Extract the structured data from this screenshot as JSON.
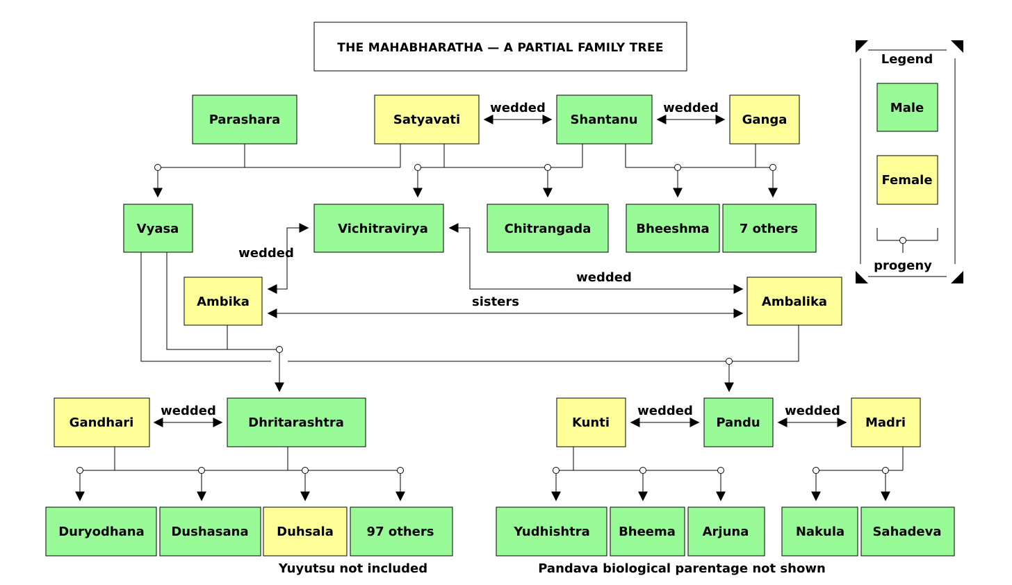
{
  "title": "THE MAHABHARATHA — A PARTIAL FAMILY TREE",
  "colors": {
    "male": "#98fb98",
    "female": "#ffff99",
    "stroke": "#000000"
  },
  "legend": {
    "title": "Legend",
    "male": "Male",
    "female": "Female",
    "progeny": "progeny"
  },
  "people": {
    "parashara": "Parashara",
    "satyavati": "Satyavati",
    "shantanu": "Shantanu",
    "ganga": "Ganga",
    "vyasa": "Vyasa",
    "vichitravirya": "Vichitravirya",
    "chitrangada": "Chitrangada",
    "bheeshma": "Bheeshma",
    "seven_others": "7 others",
    "ambika": "Ambika",
    "ambalika": "Ambalika",
    "gandhari": "Gandhari",
    "dhritarashtra": "Dhritarashtra",
    "kunti": "Kunti",
    "pandu": "Pandu",
    "madri": "Madri",
    "duryodhana": "Duryodhana",
    "dushasana": "Dushasana",
    "duhsala": "Duhsala",
    "ninety_seven_others": "97 others",
    "yudhishtra": "Yudhishtra",
    "bheema": "Bheema",
    "arjuna": "Arjuna",
    "nakula": "Nakula",
    "sahadeva": "Sahadeva"
  },
  "relations": {
    "wedded": "wedded",
    "sisters": "sisters"
  },
  "notes": {
    "yuyutsu": "Yuyutsu not included",
    "pandava": "Pandava biological parentage not shown"
  }
}
